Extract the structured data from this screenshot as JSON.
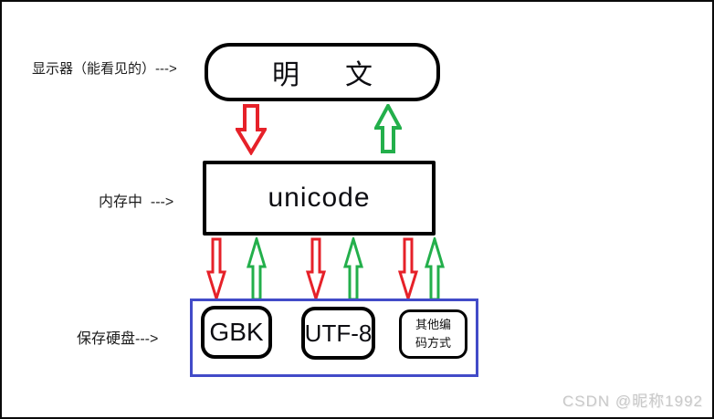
{
  "labels": {
    "display": "显示器（能看见的）--->",
    "memory": "内存中  --->",
    "disk": "保存硬盘--->"
  },
  "nodes": {
    "plaintext": "明      文",
    "unicode": "unicode",
    "gbk": "GBK",
    "utf8": "UTF-8",
    "other_line1": "其他编",
    "other_line2": "码方式"
  },
  "colors": {
    "red": "#e62129",
    "green": "#23af4b",
    "blue": "#424bc8",
    "stroke": "#000000"
  },
  "watermark": "CSDN @昵称1992"
}
